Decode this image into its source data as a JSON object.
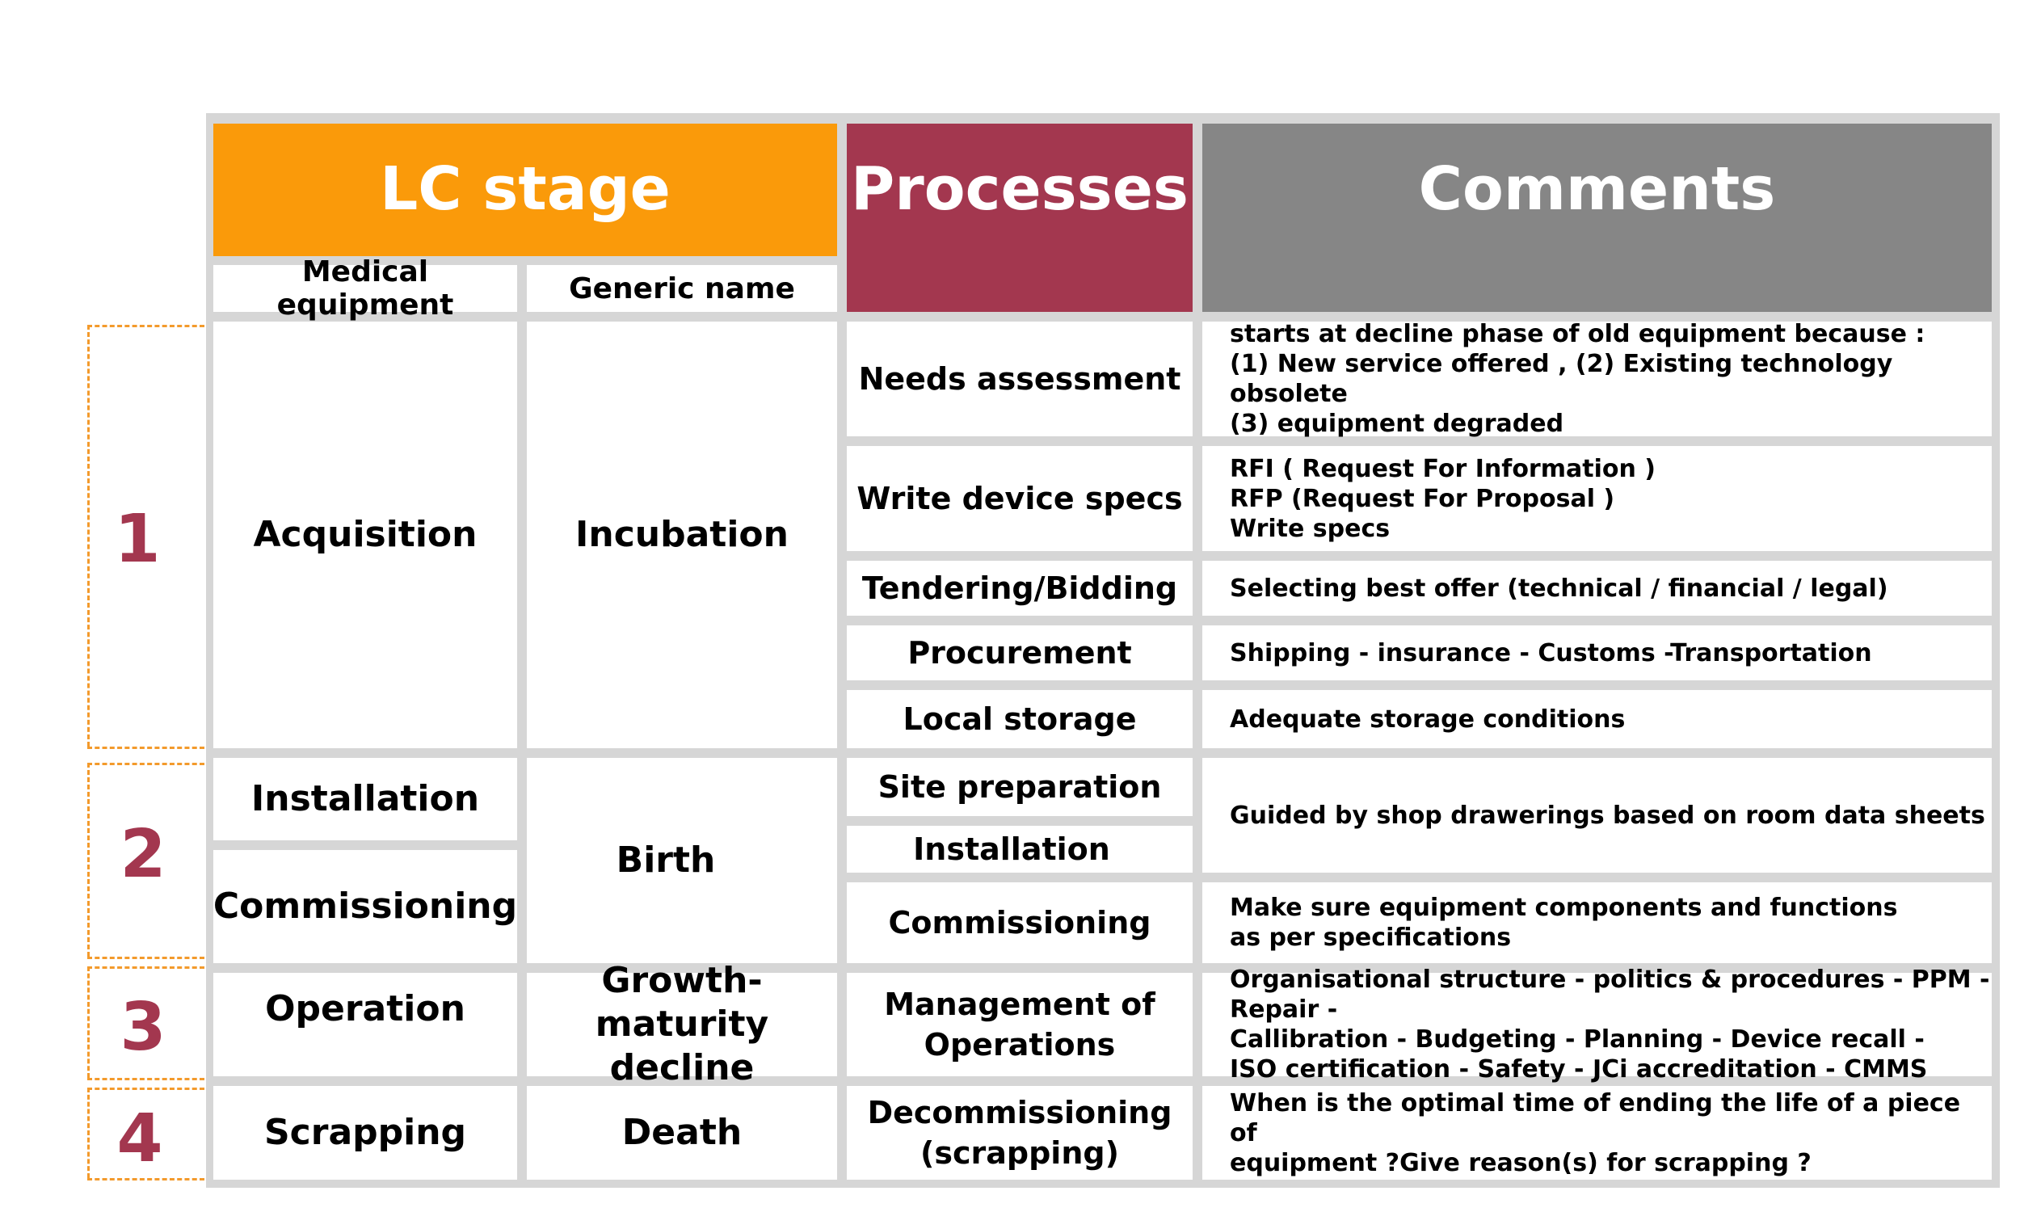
{
  "header": {
    "lc_stage": "LC stage",
    "processes": "Processes",
    "comments": "Comments",
    "colors": {
      "lc_stage": "#fa9a0a",
      "processes": "#a3374f",
      "comments": "#868686",
      "stage_number": "#a3374f",
      "dashed_border": "#f39a2c"
    }
  },
  "subheader": {
    "medical_equipment": "Medical equipment",
    "generic_name": "Generic name"
  },
  "stages": [
    {
      "number": "1",
      "medical_equipment": "Acquisition",
      "generic_name": "Incubation"
    },
    {
      "number": "2",
      "medical_equipment": [
        "Installation",
        "Commissioning"
      ],
      "generic_name": "Birth"
    },
    {
      "number": "3",
      "medical_equipment": "Operation",
      "generic_name": "Growth-maturity decline"
    },
    {
      "number": "4",
      "medical_equipment": "Scrapping",
      "generic_name": "Death"
    }
  ],
  "processes": [
    "Needs assessment",
    "Write device specs",
    "Tendering/Bidding",
    "Procurement",
    "Local storage",
    "Site preparation",
    "Installation",
    "Commissioning",
    "Management of Operations",
    "Decommissioning (scrapping)"
  ],
  "comments": [
    "starts at decline phase of old equipment because :\n(1) New service offered  , (2) Existing technology obsolete\n(3) equipment degraded",
    "RFI ( Request For Information )\nRFP (Request For Proposal )\nWrite specs",
    "Selecting best offer (technical / financial / legal)",
    "Shipping - insurance - Customs -Transportation",
    "Adequate storage conditions",
    "Guided by shop drawerings based on room data sheets",
    "Make sure equipment components and functions\nas per specifications",
    "Organisational structure - politics & procedures - PPM - Repair -\nCallibration - Budgeting - Planning - Device recall -\nISO certification - Safety - JCi accreditation - CMMS",
    "When is the optimal time of ending the life of a piece of\nequipment ?Give reason(s) for scrapping ?"
  ]
}
